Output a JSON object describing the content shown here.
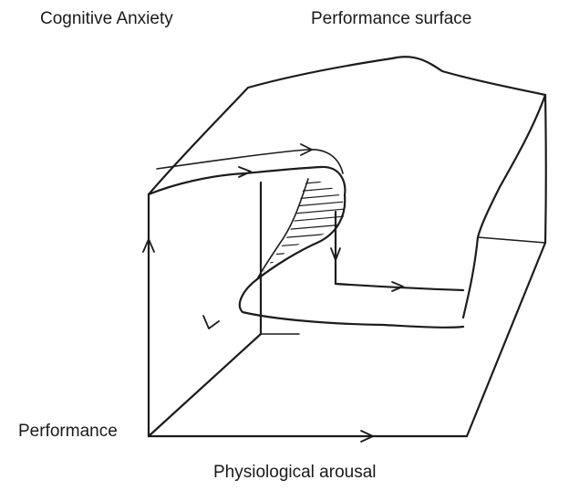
{
  "labels": {
    "cognitive_anxiety": "Cognitive Anxiety",
    "performance_surface": "Performance surface",
    "performance": "Performance",
    "physiological_arousal": "Physiological arousal"
  },
  "colors": {
    "ink": "#1c1c1c",
    "background": "#ffffff"
  }
}
